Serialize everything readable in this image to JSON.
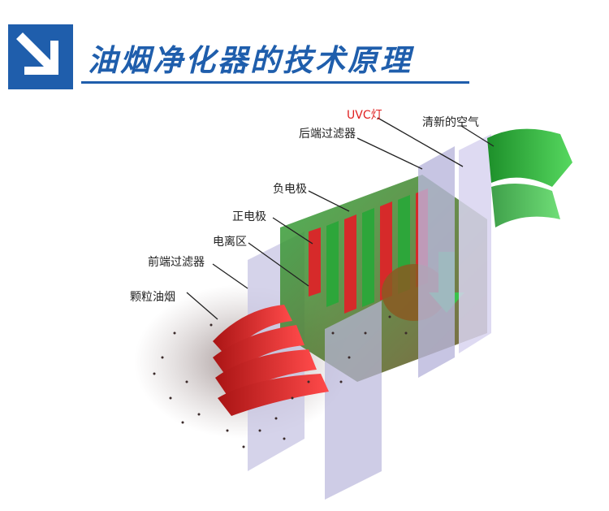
{
  "header": {
    "title": "油烟净化器的技术原理",
    "arrow_icon": "arrow-down-right-icon",
    "accent_color": "#1f5eac"
  },
  "diagram": {
    "labels": {
      "smoke": "颗粒油烟",
      "front_filter": "前端过滤器",
      "ionization": "电离区",
      "positive": "正电极",
      "negative": "负电极",
      "rear_filter": "后端过滤器",
      "uvc": "UVC灯",
      "clean_air": "清新的空气"
    },
    "colors": {
      "red": "#d62a2a",
      "green": "#27b23a",
      "panel": "#b9b6dc",
      "uvc_label": "#e02020"
    }
  }
}
